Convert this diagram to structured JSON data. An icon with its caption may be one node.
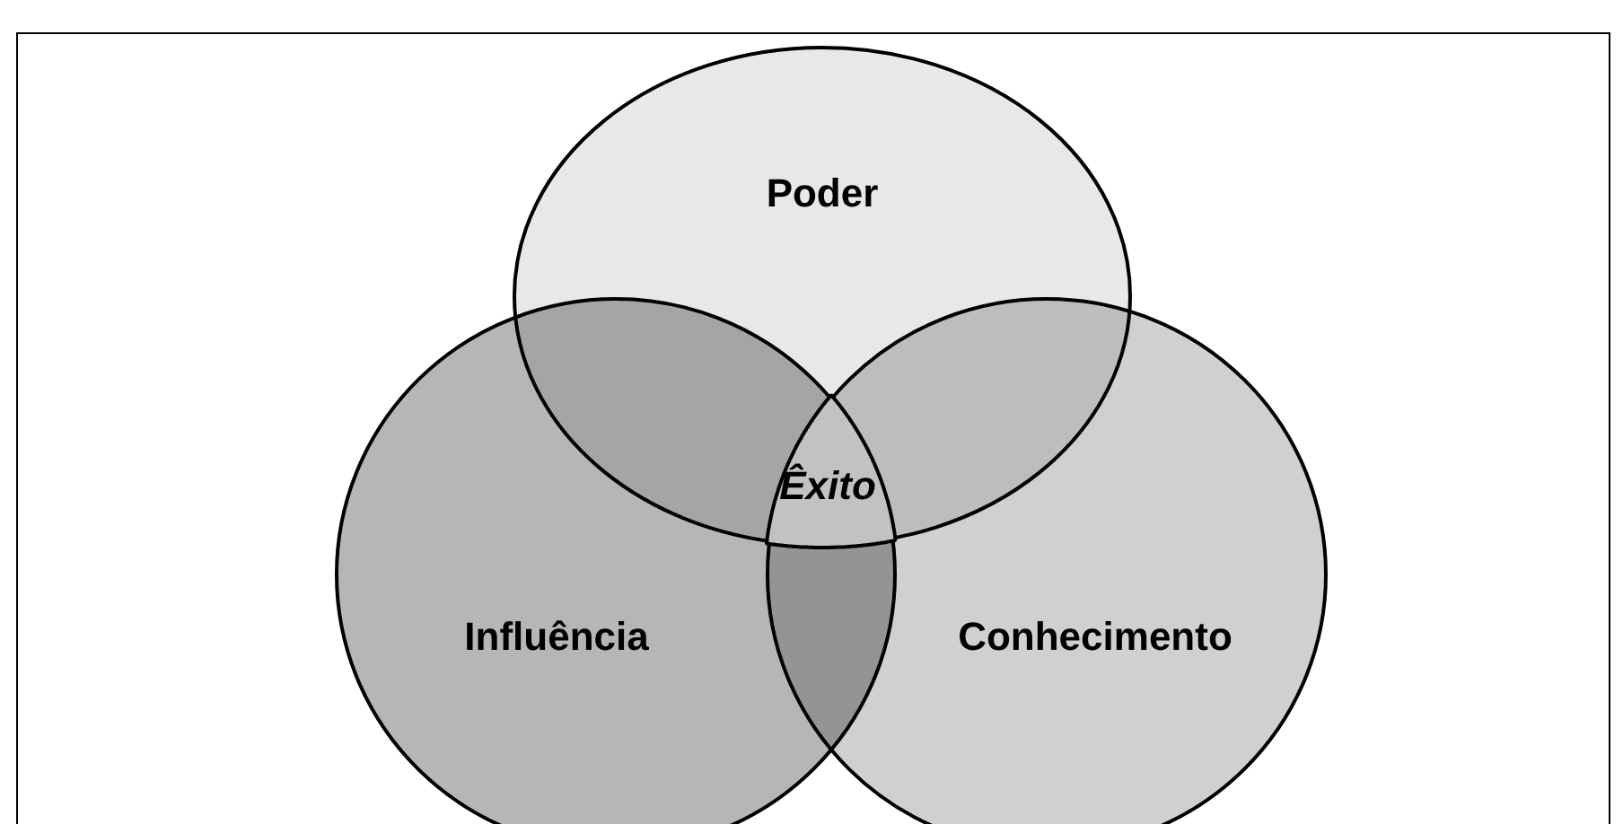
{
  "diagram": {
    "nodes": [
      {
        "text": [
          "Poder"
        ]
      },
      {
        "text": [
          "Influência"
        ]
      },
      {
        "text": [
          "Conhecimento"
        ]
      }
    ],
    "labels": [
      "Êxito"
    ]
  }
}
